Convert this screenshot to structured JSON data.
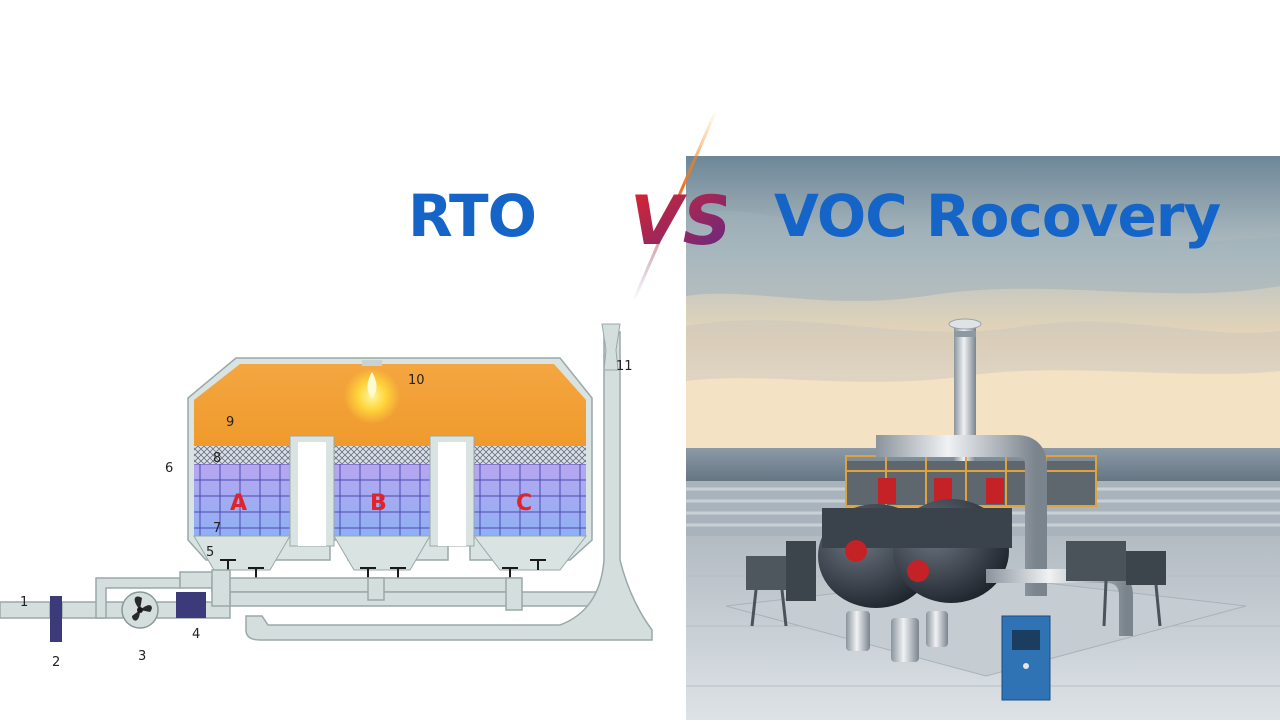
{
  "titles": {
    "left": "RTO",
    "right": "VOC Rocovery",
    "vs": "VS"
  },
  "diagram": {
    "chambers": [
      "A",
      "B",
      "C"
    ],
    "labels": [
      "1",
      "2",
      "3",
      "4",
      "5",
      "6",
      "7",
      "8",
      "9",
      "10",
      "11"
    ]
  },
  "colors": {
    "title_blue": "#1565c8",
    "chamber_letter": "#e0242a",
    "combustion_orange": "#f09a30",
    "media_violet": "#9a90e8",
    "duct_gray": "#d3dedd",
    "vs_red": "#d0242a",
    "vs_purple": "#5a2a8a"
  }
}
